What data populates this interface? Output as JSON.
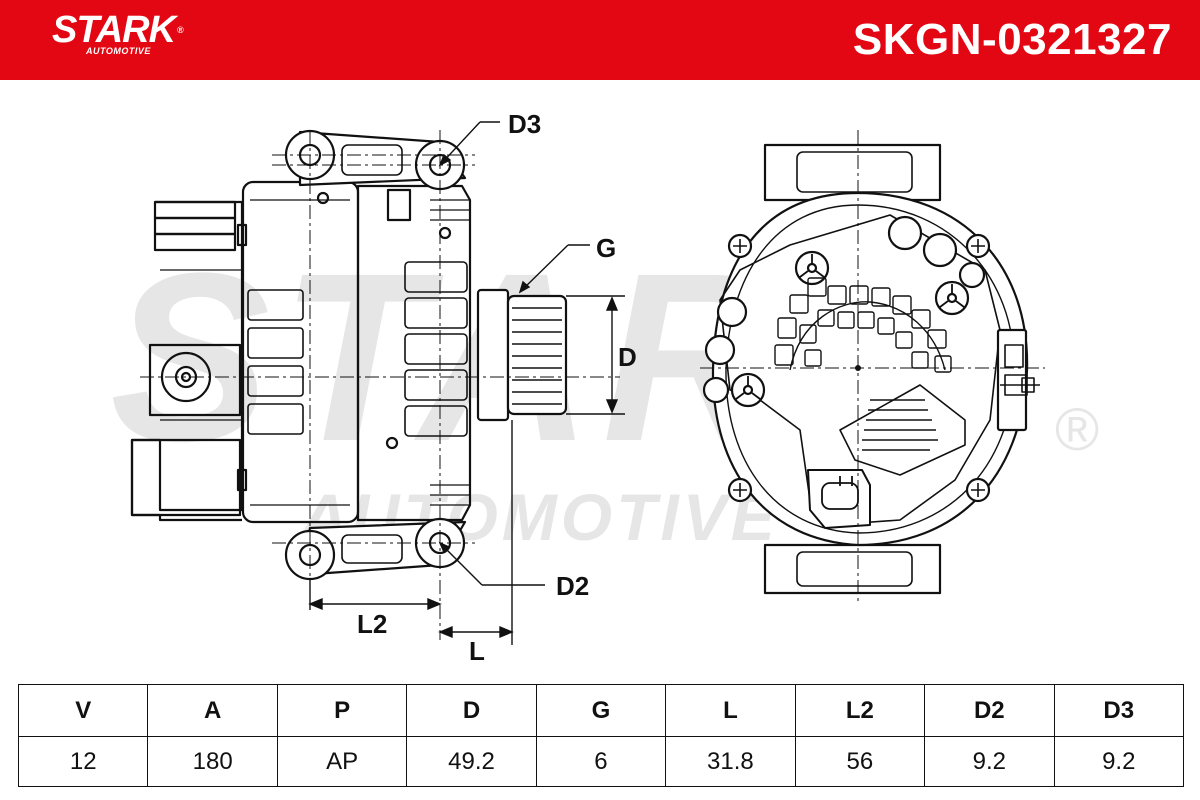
{
  "brand": {
    "name": "STARK",
    "registered": "®",
    "tagline": "AUTOMOTIVE",
    "color": "#e30613"
  },
  "part_number": "SKGN-0321327",
  "watermark": {
    "main": "STARK",
    "sub": "AUTOMOTIVE",
    "registered": "®"
  },
  "dimension_labels": {
    "d3": "D3",
    "g": "G",
    "d": "D",
    "d2": "D2",
    "l2": "L2",
    "l": "L"
  },
  "spec_table": {
    "headers": [
      "V",
      "A",
      "P",
      "D",
      "G",
      "L",
      "L2",
      "D2",
      "D3"
    ],
    "values": [
      "12",
      "180",
      "AP",
      "49.2",
      "6",
      "31.8",
      "56",
      "9.2",
      "9.2"
    ]
  }
}
